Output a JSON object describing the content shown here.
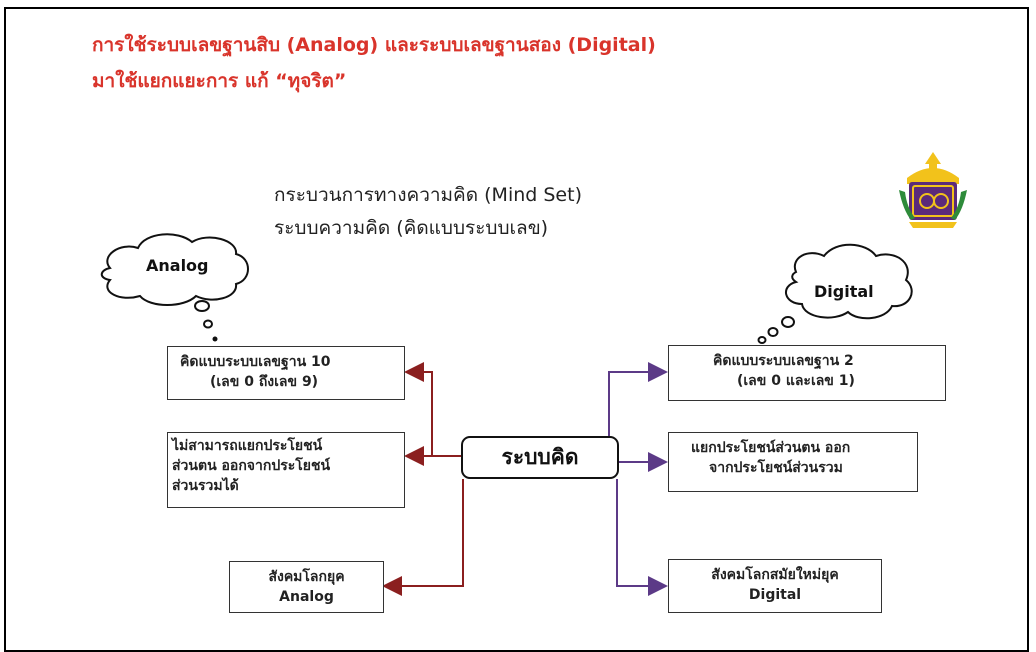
{
  "slide": {
    "title_line1": "การใช้ระบบเลขฐานสิบ (Analog) และระบบเลขฐานสอง (Digital)",
    "title_line2": "มาใช้แยกแยะการ แก้ “ทุจริต”"
  },
  "headings": {
    "line1": "กระบวนการทางความคิด (Mind Set)",
    "line2": "ระบบความคิด (คิดแบบระบบเลข)"
  },
  "clouds": {
    "left": "Analog",
    "right": "Digital"
  },
  "center": {
    "label": "ระบบคิด"
  },
  "left_boxes": [
    {
      "lines": [
        "คิดแบบระบบเลขฐาน 10",
        "(เลข 0 ถึงเลข 9)"
      ]
    },
    {
      "lines": [
        "ไม่สามารถแยกประโยชน์",
        "ส่วนตน ออกจากประโยชน์",
        "ส่วนรวมได้"
      ]
    },
    {
      "lines": [
        "สังคมโลกยุค",
        "Analog"
      ]
    }
  ],
  "right_boxes": [
    {
      "lines": [
        "คิดแบบระบบเลขฐาน 2",
        "(เลข 0 และเลข 1)"
      ]
    },
    {
      "lines": [
        "แยกประโยชน์ส่วนตน ออก",
        "จากประโยชน์ส่วนรวม"
      ]
    },
    {
      "lines": [
        "สังคมโลกสมัยใหม่ยุค",
        "Digital"
      ]
    }
  ],
  "colors": {
    "title": "#d9342b",
    "left_connector": "#8b1f1f",
    "right_connector": "#5c3a87",
    "emblem_purple": "#5b2a7a",
    "emblem_gold": "#f2c21b",
    "emblem_green": "#2e8b3a"
  },
  "icons": {
    "left_cloud": "thought-cloud-icon",
    "right_cloud": "thought-cloud-icon",
    "emblem": "agency-emblem-icon"
  }
}
